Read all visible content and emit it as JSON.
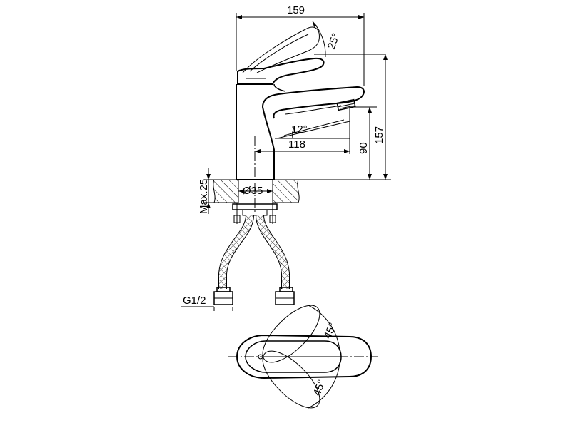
{
  "drawing": {
    "dimensions": {
      "total_length": "159",
      "lever_tilt": "25°",
      "total_height": "157",
      "spout_height": "90",
      "spout_reach": "118",
      "spout_angle": "12°",
      "hole_diameter": "Ø35",
      "max_counter_thickness": "Max.25",
      "thread": "G1/2",
      "swivel_angle_top": "45°",
      "swivel_angle_bottom": "45°"
    }
  }
}
